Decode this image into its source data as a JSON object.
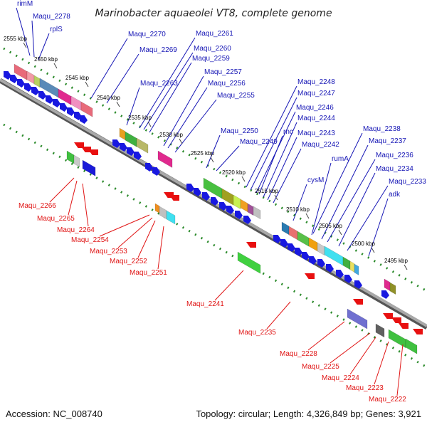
{
  "title": "Marinobacter aquaeolei VT8, complete genome",
  "footer": {
    "accession": "Accession: NC_008740",
    "info": "Topology: circular; Length: 4,326,849 bp; Genes: 3,921"
  },
  "colors": {
    "forward_label": "#1515b5",
    "reverse_label": "#e01515",
    "forward_arrow": "#1818e0",
    "reverse_arrow": "#e81010",
    "ticks": "#2a8a2a",
    "backbone": "#808080"
  },
  "kbp_ticks": [
    "2555 kbp",
    "2550 kbp",
    "2545 kbp",
    "2540 kbp",
    "2535 kbp",
    "2530 kbp",
    "2525 kbp",
    "2520 kbp",
    "2515 kbp",
    "2510 kbp",
    "2505 kbp",
    "2500 kbp",
    "2495 kbp"
  ],
  "forward_genes": [
    "rimM",
    "Maqu_2278",
    "rplS",
    "Maqu_2270",
    "Maqu_2269",
    "Maqu_2263",
    "Maqu_2261",
    "Maqu_2260",
    "Maqu_2259",
    "Maqu_2257",
    "Maqu_2256",
    "Maqu_2255",
    "Maqu_2250",
    "Maqu_2249",
    "Maqu_2248",
    "Maqu_2247",
    "Maqu_2246",
    "rnc",
    "Maqu_2244",
    "Maqu_2243",
    "Maqu_2242",
    "cysM",
    "rumA",
    "Maqu_2238",
    "Maqu_2237",
    "Maqu_2236",
    "Maqu_2234",
    "Maqu_2233",
    "adk"
  ],
  "reverse_genes": [
    "Maqu_2266",
    "Maqu_2265",
    "Maqu_2264",
    "Maqu_2254",
    "Maqu_2253",
    "Maqu_2252",
    "Maqu_2251",
    "Maqu_2241",
    "Maqu_2235",
    "Maqu_2228",
    "Maqu_2225",
    "Maqu_2224",
    "Maqu_2223",
    "Maqu_2222"
  ]
}
